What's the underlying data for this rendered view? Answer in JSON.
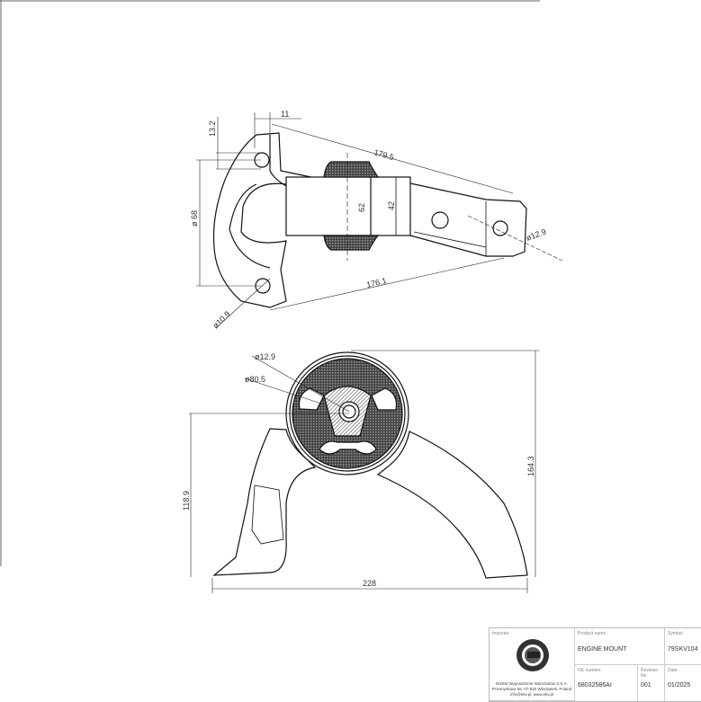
{
  "top_view": {
    "dimensions": [
      "11",
      "13.2",
      "179.5",
      "62",
      "42",
      "ø12.9",
      "ø 68",
      "176.1",
      "ø10.9"
    ]
  },
  "front_view": {
    "dimensions": [
      "ø12.9",
      "ø80.5",
      "164.3",
      "118.9",
      "228"
    ]
  },
  "title_block": {
    "importer_label": "Importer",
    "importer_address": [
      "EGEM Wyposażenie Warsztatów S.K.A.",
      "Przemysłowa 59, 07-830 Włocławek, Poland",
      "info@ekv.pl, www.ekv.pl"
    ],
    "logo_text": "EKV",
    "product_name_label": "Product name",
    "product_name": "ENGINE MOUNT",
    "symbol_label": "Symbol",
    "symbol": "79SKV104",
    "oe_number_label": "OE number",
    "oe_number": "68032586AI",
    "revision_label": "Revision No",
    "revision": "001",
    "date_label": "Date",
    "date": "01/2025"
  }
}
